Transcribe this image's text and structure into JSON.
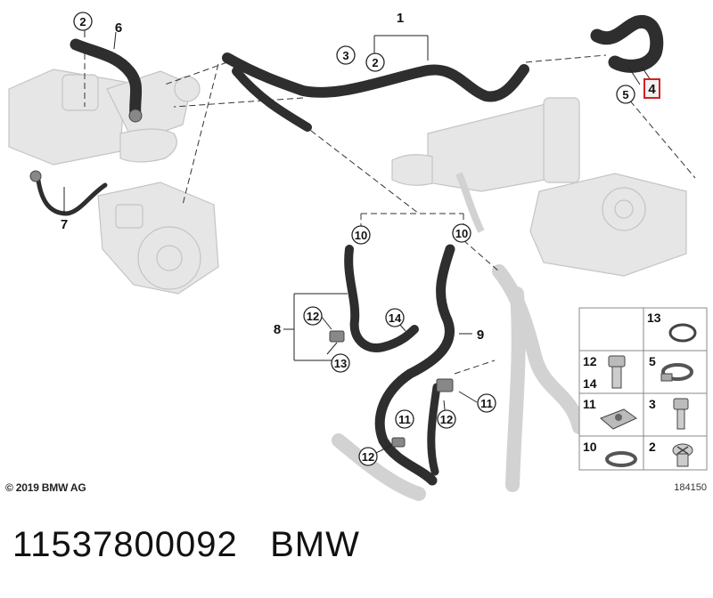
{
  "labels": {
    "n1": "1",
    "n2a": "2",
    "n2b": "2",
    "n3": "3",
    "n4": "4",
    "n5": "5",
    "n6": "6",
    "n7": "7",
    "n8": "8",
    "n9": "9",
    "n10a": "10",
    "n10b": "10",
    "n11a": "11",
    "n11b": "11",
    "n12a": "12",
    "n12b": "12",
    "n12c": "12",
    "n13": "13",
    "n14": "14"
  },
  "legend": {
    "c13": "13",
    "c12": "12",
    "c14": "14",
    "c5": "5",
    "c11": "11",
    "c3": "3",
    "c10": "10",
    "c2": "2"
  },
  "diagram_code": "184150",
  "copyright": "© 2019 BMW AG",
  "footer": "11537800092   BMW",
  "colors": {
    "highlight": "#d42020",
    "hose": "#2e2e2e",
    "ghost": "#c9c9c9"
  }
}
